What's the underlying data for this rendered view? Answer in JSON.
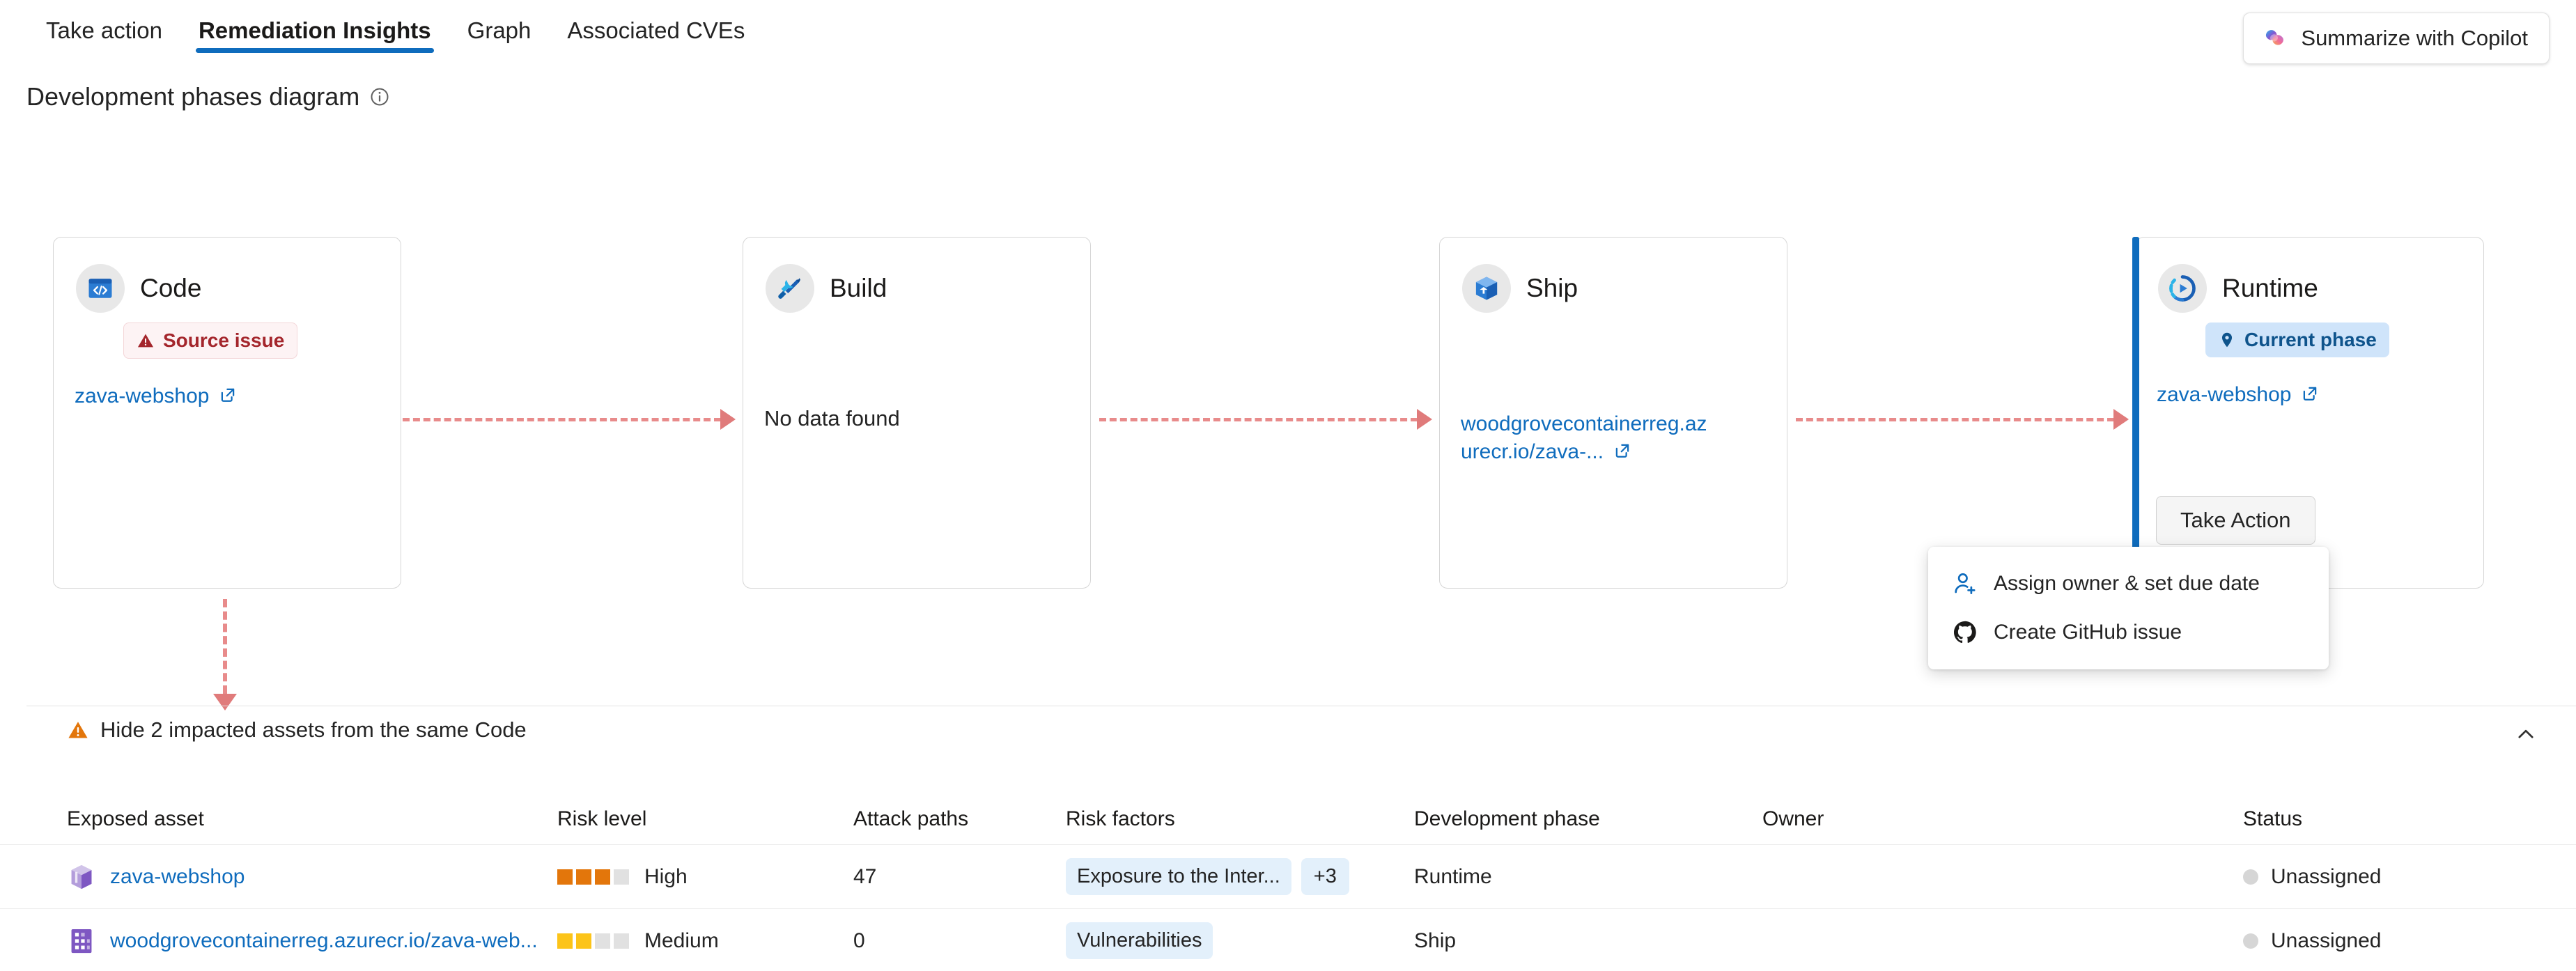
{
  "tabs": [
    {
      "label": "Take action",
      "active": false
    },
    {
      "label": "Remediation Insights",
      "active": true
    },
    {
      "label": "Graph",
      "active": false
    },
    {
      "label": "Associated CVEs",
      "active": false
    }
  ],
  "copilot": {
    "label": "Summarize with Copilot",
    "icon": "copilot-icon"
  },
  "section": {
    "title": "Development phases diagram",
    "info_icon": "info-icon"
  },
  "phases": [
    {
      "name": "Code",
      "icon": "code-window-icon",
      "badge": {
        "text": "Source issue",
        "type": "issue",
        "icon": "warning-triangle-icon"
      },
      "asset": "zava-webshop",
      "no_data": null
    },
    {
      "name": "Build",
      "icon": "tools-icon",
      "badge": null,
      "asset": null,
      "no_data": "No data found"
    },
    {
      "name": "Ship",
      "icon": "package-box-icon",
      "badge": null,
      "asset": "woodgrovecontainerreg.azurecr.io/zava-...",
      "no_data": null
    },
    {
      "name": "Runtime",
      "icon": "runtime-play-icon",
      "badge": {
        "text": "Current phase",
        "type": "current",
        "icon": "location-pin-icon"
      },
      "asset": "zava-webshop",
      "no_data": null
    }
  ],
  "take_action": {
    "label": "Take Action"
  },
  "menu": {
    "items": [
      {
        "label": "Assign owner & set due date",
        "icon": "person-add-icon"
      },
      {
        "label": "Create GitHub issue",
        "icon": "github-icon"
      }
    ]
  },
  "impacted": {
    "label": "Hide 2 impacted assets from the same Code",
    "warn_icon": "warning-triangle-icon",
    "collapse_icon": "chevron-up-icon"
  },
  "table": {
    "columns": [
      "Exposed asset",
      "Risk level",
      "Attack paths",
      "Risk factors",
      "Development phase",
      "Owner",
      "Status"
    ],
    "rows": [
      {
        "asset": "zava-webshop",
        "asset_icon": "cube-asset-icon",
        "risk_level": "High",
        "risk_filled": 3,
        "risk_total": 4,
        "attack_paths": "47",
        "risk_factors": [
          "Exposure to the Inter..."
        ],
        "risk_factors_more": "+3",
        "development_phase": "Runtime",
        "owner": "",
        "status": "Unassigned"
      },
      {
        "asset": "woodgrovecontainerreg.azurecr.io/zava-web...",
        "asset_icon": "registry-asset-icon",
        "risk_level": "Medium",
        "risk_filled": 2,
        "risk_total": 4,
        "attack_paths": "0",
        "risk_factors": [
          "Vulnerabilities"
        ],
        "risk_factors_more": "",
        "development_phase": "Ship",
        "owner": "",
        "status": "Unassigned"
      }
    ]
  },
  "colors": {
    "accent": "#0f6cbd",
    "link": "#0f6cbd",
    "issue_red": "#a4262c",
    "warn_orange": "#e3760b",
    "risk_high": "#e3760b",
    "risk_medium": "#fcc419",
    "connector": "#e88b8b",
    "chip_bg": "#e3f0fb"
  }
}
